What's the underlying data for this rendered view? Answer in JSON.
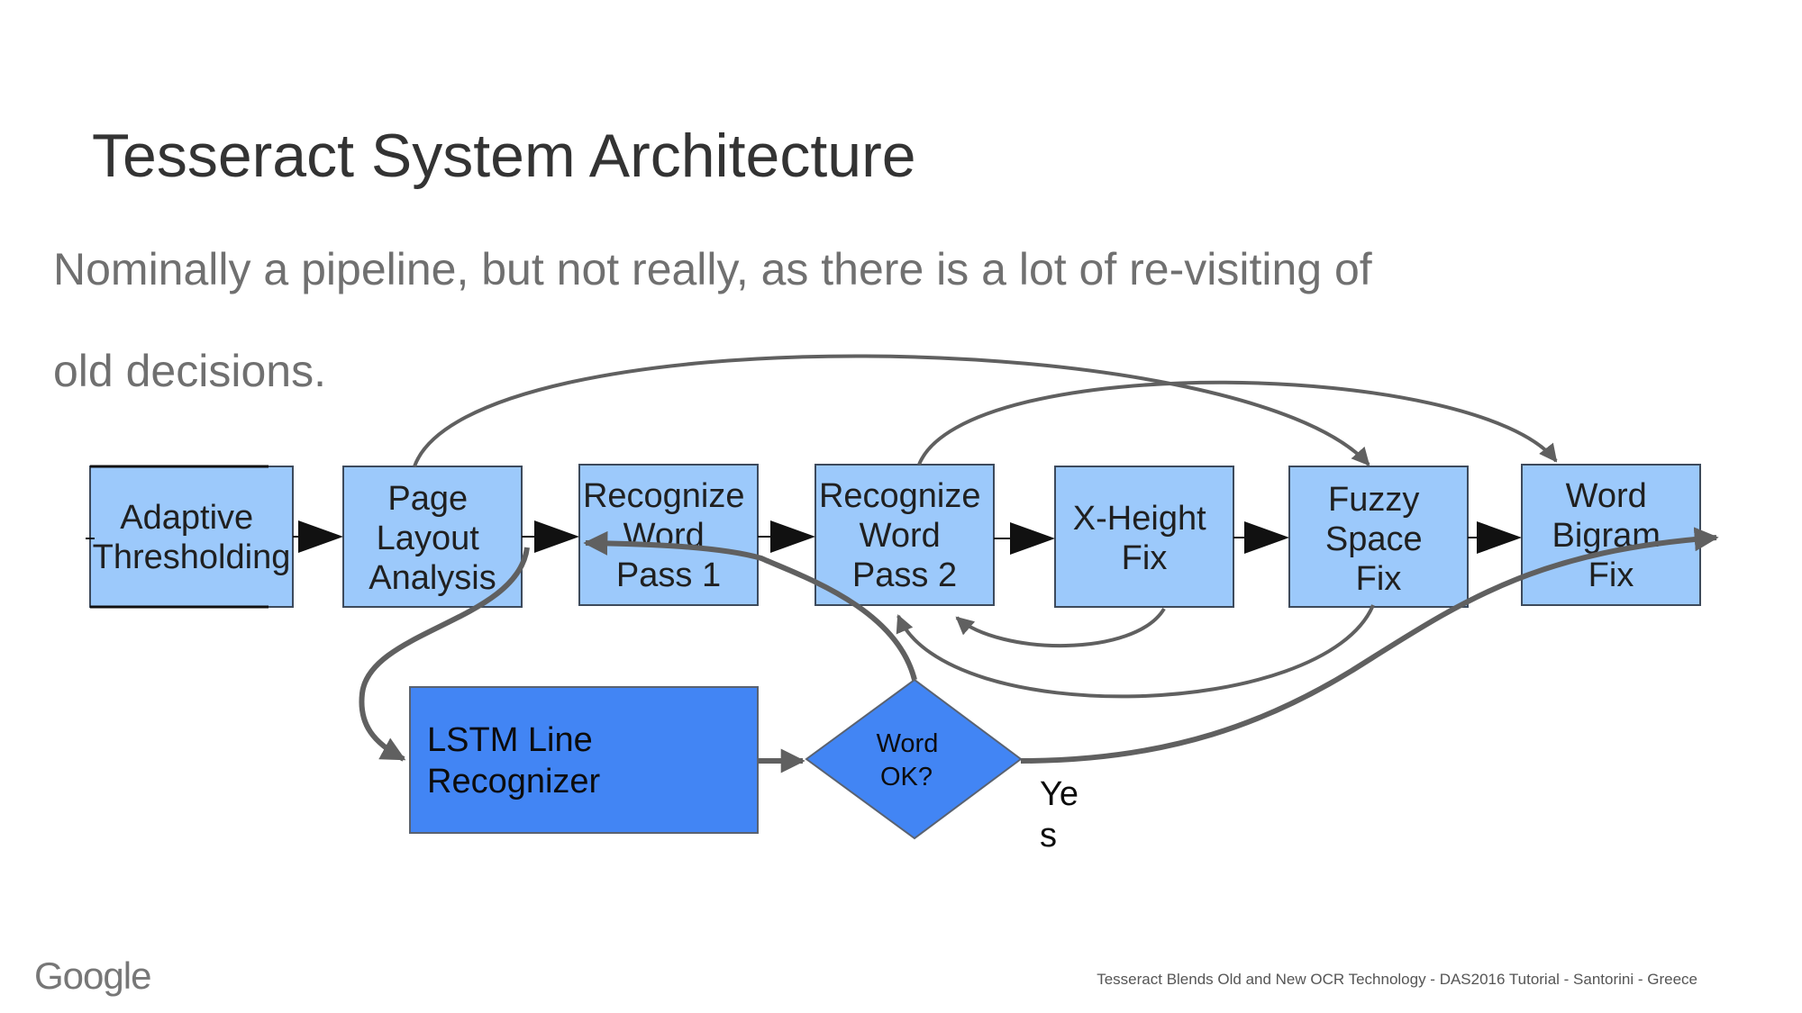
{
  "slide": {
    "title": "Tesseract System Architecture",
    "subtitle_line1": "Nominally a pipeline, but not really, as there is a lot of re-visiting of",
    "subtitle_line2": "old decisions.",
    "footer": "Tesseract Blends Old and New OCR Technology - DAS2016 Tutorial - Santorini - Greece",
    "logo": "Google"
  },
  "diagram": {
    "boxes": [
      {
        "lines": [
          "Adaptive",
          "Thresholding"
        ]
      },
      {
        "lines": [
          "Page",
          "Layout",
          "Analysis"
        ]
      },
      {
        "lines": [
          "Recognize",
          "Word",
          "Pass 1"
        ]
      },
      {
        "lines": [
          "Recognize",
          "Word",
          "Pass 2"
        ]
      },
      {
        "lines": [
          "X-Height",
          "Fix"
        ]
      },
      {
        "lines": [
          "Fuzzy",
          "Space",
          "Fix"
        ]
      },
      {
        "lines": [
          "Word",
          "Bigram",
          "Fix"
        ]
      }
    ],
    "lstm": {
      "lines": [
        "LSTM Line",
        "Recognizer"
      ]
    },
    "decision": {
      "lines": [
        "Word",
        "OK?"
      ]
    },
    "yes_label": {
      "lines": [
        "Ye",
        "s"
      ]
    }
  },
  "colors": {
    "stage_fill": "#9cc9fb",
    "stage_border": "#3d4a5c",
    "lstm_fill": "#4285f4",
    "arrow": "#606060",
    "pipeline_arrow": "#111111"
  }
}
